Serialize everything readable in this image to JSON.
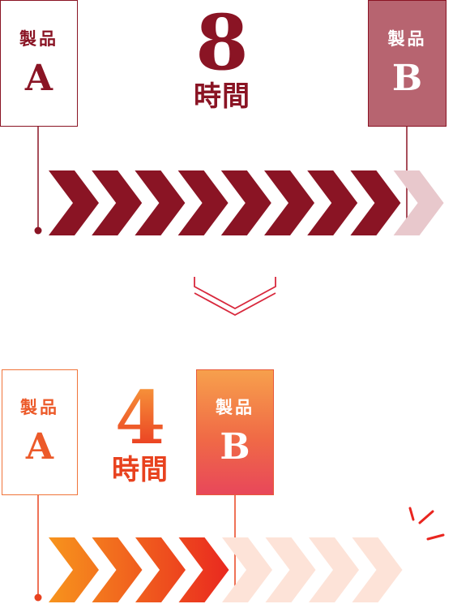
{
  "before": {
    "product_a": {
      "label": "製品",
      "letter": "A"
    },
    "product_b": {
      "label": "製品",
      "letter": "B"
    },
    "duration": {
      "number": "8",
      "unit": "時間"
    }
  },
  "after": {
    "product_a": {
      "label": "製品",
      "letter": "A"
    },
    "product_b": {
      "label": "製品",
      "letter": "B"
    },
    "duration": {
      "number": "4",
      "unit": "時間"
    }
  },
  "colors": {
    "dark_red": "#8a1424",
    "faded_red": "#e8c8cc",
    "orange_start": "#f7941d",
    "red_end": "#e9251f",
    "faded_orange": "#fde3d8"
  }
}
